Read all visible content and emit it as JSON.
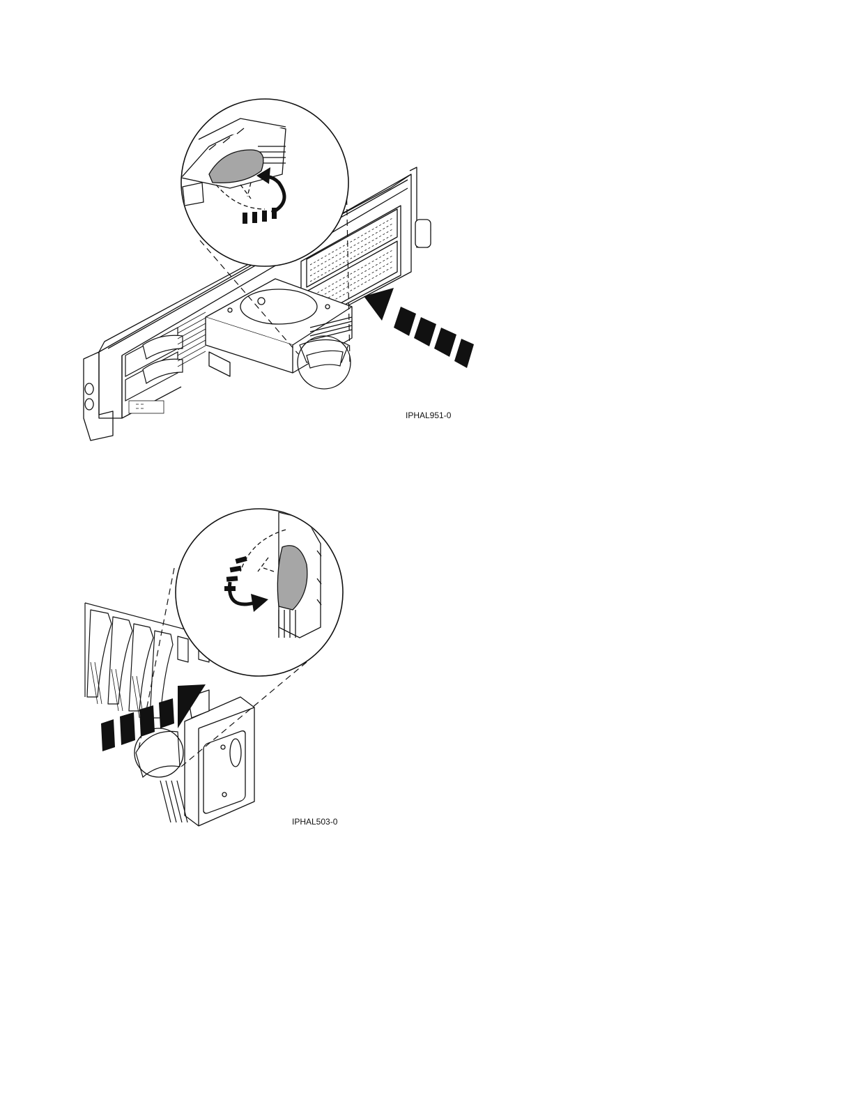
{
  "figures": [
    {
      "id": "IPHAL951-0",
      "subject": "Disk drive being inserted into a rack-mounted system unit, with magnified view of the drive handle rotating closed"
    },
    {
      "id": "IPHAL503-0",
      "subject": "Disk drive being inserted into a drive bay, with magnified view of the drive handle rotating closed"
    }
  ],
  "colors": {
    "line": "#111111",
    "handle_fill": "#a6a6a6",
    "arrow": "#111111",
    "background": "#ffffff"
  },
  "icons": [
    "push-arrow-icon",
    "rotate-arrow-icon",
    "magnifier-callout-icon"
  ]
}
